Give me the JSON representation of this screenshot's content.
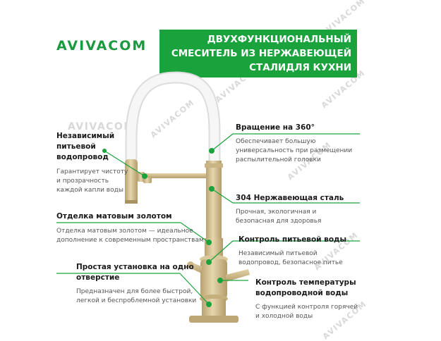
{
  "brand": "AVIVACOM",
  "banner": {
    "line1": "ДВУХФУНКЦИОНАЛЬНЫЙ",
    "line2": "СМЕСИТЕЛЬ ИЗ НЕРЖАВЕЮЩЕЙ",
    "line3": "СТАЛИДЛЯ КУХНИ"
  },
  "watermark": "AVIVACOM",
  "features": {
    "drinking": {
      "title_1": "Независимый",
      "title_2": "питьевой",
      "title_3": "водопровод",
      "desc_1": "Гарантирует чистоту",
      "desc_2": "и прозрачность",
      "desc_3": "каждой капли воды"
    },
    "rotation": {
      "title": "Вращение на 360°",
      "desc_1": "Обеспечивает большую",
      "desc_2": "универсальность при размещении",
      "desc_3": "распылительной головки"
    },
    "steel": {
      "title": "304 Нержавеющая сталь",
      "desc_1": "Прочная, экологичная и",
      "desc_2": "безопасная для здоровья"
    },
    "finish": {
      "title": "Отделка матовым золотом",
      "desc_1": "Отделка матовым золотом — идеальное",
      "desc_2": "дополнение к современным пространствам"
    },
    "control": {
      "title": "Контроль питьевой воды",
      "desc_1": "Независимый питьевой",
      "desc_2": "водопровод, безопасное питье"
    },
    "install": {
      "title_1": "Простая установка на одно",
      "title_2": "отверстие",
      "desc_1": "Предназначен для более быстрой,",
      "desc_2": "легкой и беспроблемной установки"
    },
    "temperature": {
      "title_1": "Контроль температуры",
      "title_2": "водопроводной воды",
      "desc_1": "С функцией контроля горячей",
      "desc_2": "и холодной воды"
    }
  },
  "colors": {
    "accent": "#1aa33d",
    "gold": "#cdb98a",
    "hose": "#f4f4f4"
  }
}
